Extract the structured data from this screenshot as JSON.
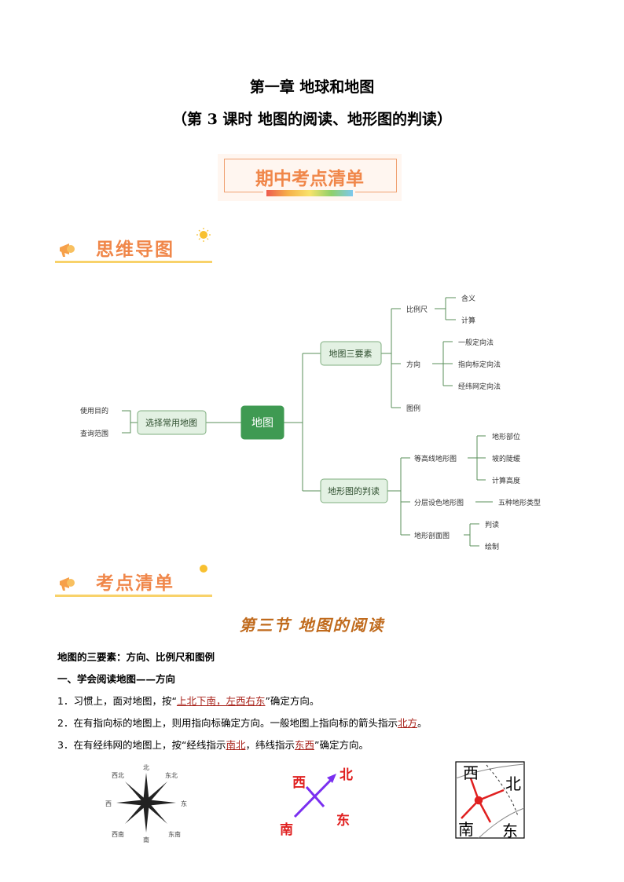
{
  "header": {
    "title": "第一章  地球和地图",
    "subtitle": "（第 3 课时    地图的阅读、地形图的判读）",
    "banner": "期中考点清单"
  },
  "sections": {
    "mindmap_heading": "思维导图",
    "checklist_heading": "考点清单"
  },
  "mindmap": {
    "root": "地图",
    "left": {
      "label": "选择常用地图",
      "children": [
        "使用目的",
        "查询范围"
      ]
    },
    "elements": {
      "label": "地图三要素",
      "scale": {
        "label": "比例尺",
        "children": [
          "含义",
          "计算"
        ]
      },
      "direction": {
        "label": "方向",
        "children": [
          "一般定向法",
          "指向标定向法",
          "经纬网定向法"
        ]
      },
      "legend": {
        "label": "图例"
      }
    },
    "topo": {
      "label": "地形图的判读",
      "contour": {
        "label": "等高线地形图",
        "children": [
          "地形部位",
          "坡的陡缓",
          "计算高度"
        ]
      },
      "layered": {
        "label": "分层设色地形图",
        "children": [
          "五种地形类型"
        ]
      },
      "profile": {
        "label": "地形剖面图",
        "children": [
          "判读",
          "绘制"
        ]
      }
    }
  },
  "content": {
    "section_title": "第三节  地图的阅读",
    "intro": "地图的三要素：方向、比例尺和图例",
    "heading1": "一、学会阅读地图——方向",
    "item1": {
      "pre": "1．习惯上，面对地图，按“",
      "ans": "上北下南，左西右东",
      "post": "”确定方向。"
    },
    "item2": {
      "pre": "2．在有指向标的地图上，则用指向标确定方向。一般地图上指向标的箭头指示",
      "ans": "北方",
      "post": "。"
    },
    "item3": {
      "pre": "3．在有经纬网的地图上，按“经线指示",
      "ans1": "南北",
      "mid": "，纬线指示",
      "ans2": "东西",
      "post": "”确定方向。"
    }
  },
  "figures": {
    "compass": {
      "n": "北",
      "ne": "东北",
      "e": "东",
      "se": "东南",
      "s": "南",
      "sw": "西南",
      "w": "西",
      "nw": "西北"
    },
    "arrow": {
      "n": "北",
      "w": "西",
      "e": "东",
      "s": "南"
    },
    "grid": {
      "n": "北",
      "w": "西",
      "e": "东",
      "s": "南"
    },
    "colors": {
      "accent": "#f0874a",
      "mindmap_green": "#3f9a52",
      "answer": "#a8221a",
      "arrow_purple": "#7a2ff0",
      "label_red": "#e02020"
    }
  }
}
